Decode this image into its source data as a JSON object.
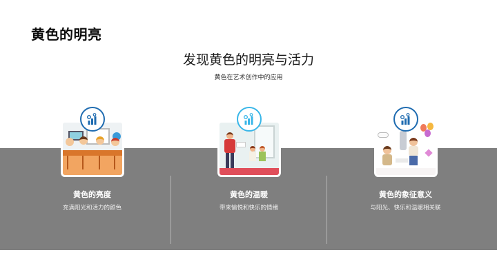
{
  "slide": {
    "title": "黄色的明亮",
    "heading": "发现黄色的明亮与活力",
    "subheading": "黄色在艺术创作中的应用"
  },
  "colors": {
    "band": "#7f7f7f",
    "icon_dark_blue": "#1e6bb0",
    "icon_light_blue": "#38b6e8",
    "card_text": "#ffffff",
    "divider": "#b4b4b4"
  },
  "cards": [
    {
      "icon": "growth-chart-icon",
      "image": "classroom-children-illustration",
      "title": "黄色的亮度",
      "description": "充满阳光和活力的颜色"
    },
    {
      "icon": "growth-chart-icon",
      "image": "teacher-and-kids-workshop-illustration",
      "title": "黄色的温暖",
      "description": "带来愉悦和快乐的情绪"
    },
    {
      "icon": "growth-chart-icon",
      "image": "kids-with-balloons-illustration",
      "title": "黄色的象征意义",
      "description": "与阳光、快乐和温暖相关联"
    }
  ]
}
